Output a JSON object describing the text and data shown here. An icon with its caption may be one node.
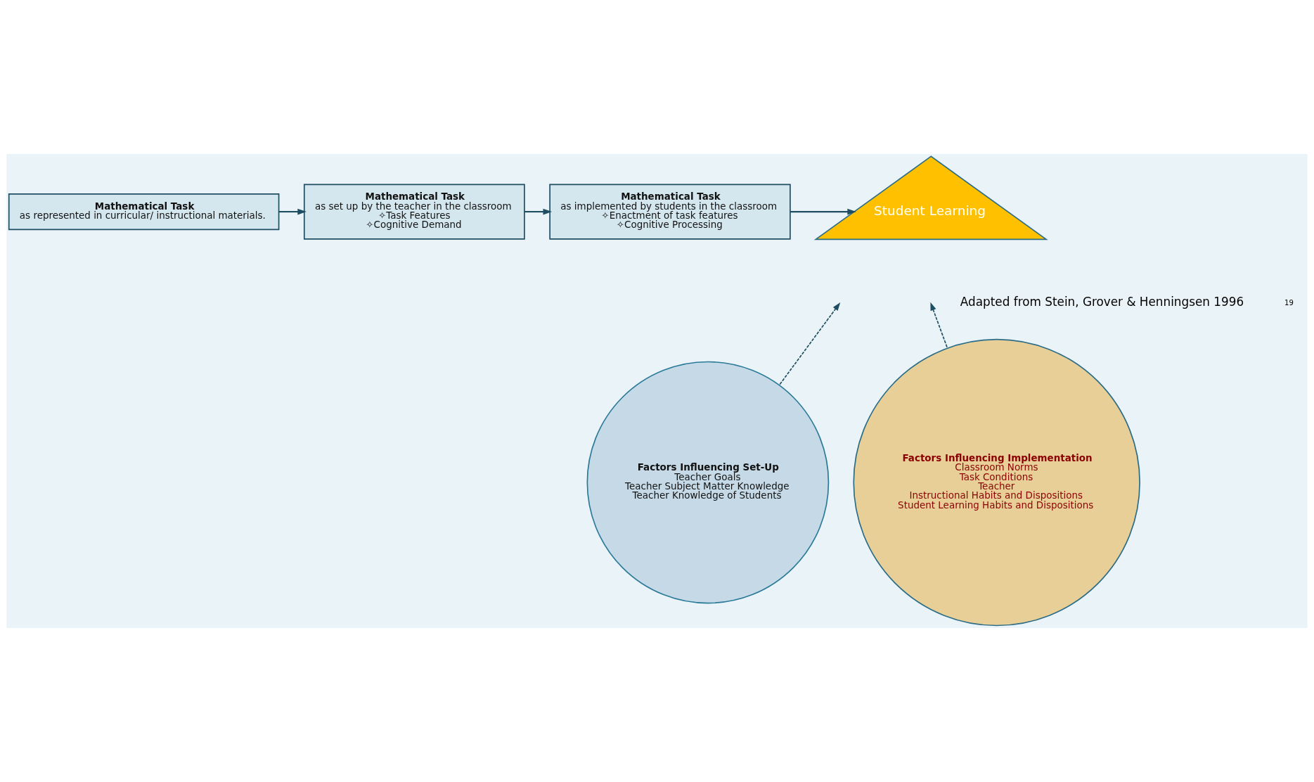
{
  "diagram": {
    "nodes": [
      {
        "text": [
          "Mathematical Task",
          "as represented in curricular/ instructional materials."
        ]
      },
      {
        "text": [
          "Mathematical Task",
          "as set up by the teacher in the classroom",
          "✧Task Features",
          "✧Cognitive Demand"
        ]
      },
      {
        "text": [
          "Mathematical Task",
          "as implemented by students in the classroom",
          "✧Enactment of task features",
          "✧Cognitive Processing"
        ]
      },
      {
        "text": [
          "Student Learning"
        ]
      },
      {
        "text": [
          "Factors Influencing Set-Up",
          "Teacher Goals",
          "Teacher Subject Matter Knowledge",
          "Teacher Knowledge of Students"
        ]
      },
      {
        "text": [
          "Factors Influencing Implementation",
          "Classroom Norms",
          "Task Conditions",
          "Teacher",
          "Instructional Habits and Dispositions",
          "Student Learning Habits and Dispositions"
        ]
      }
    ],
    "edges": [
      {
        "from": 0,
        "to": 1,
        "arrow": "to"
      },
      {
        "from": 1,
        "to": 2,
        "arrow": "to"
      },
      {
        "from": 2,
        "to": 3,
        "arrow": "to"
      },
      {
        "from": 4,
        "to": null,
        "arrow": "to",
        "style": "dashed"
      },
      {
        "from": 5,
        "to": null,
        "arrow": "to",
        "style": "dashed"
      }
    ],
    "labels": [
      "Adapted from Stein, Grover & Henningsen 1996",
      "19"
    ]
  }
}
